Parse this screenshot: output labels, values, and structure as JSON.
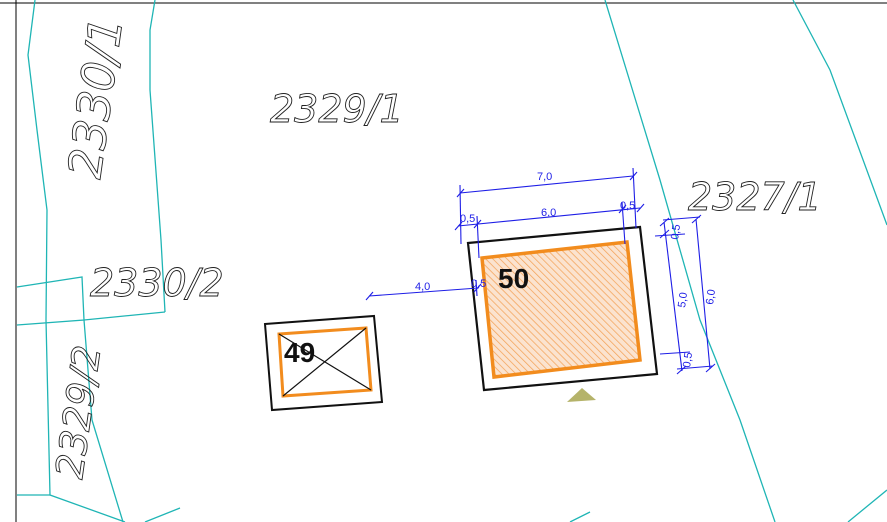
{
  "parcels": {
    "p2330_1": "2330/1",
    "p2329_1": "2329/1",
    "p2327_1": "2327/1",
    "p2330_2": "2330/2",
    "p2329_2": "2329/2"
  },
  "buildings": {
    "b49": "49",
    "b50": "50"
  },
  "dimensions": {
    "d7_0": "7,0",
    "d0_5_left": "0,5",
    "d6_0_top": "6,0",
    "d0_5_right": "0,5",
    "d4_0": "4,0",
    "d0_5_mid": "0,5",
    "d0_5_vtop": "0,5",
    "d5_0": "5,0",
    "d6_0_side": "6,0",
    "d0_5_vbottom": "0,5"
  },
  "colors": {
    "parcel_line": "#1fb5b5",
    "frame": "#000000",
    "building_outline": "#111111",
    "building_fill": "#f28c1e",
    "hatch": "#f3a35a",
    "dimension": "#1e1ee6",
    "marker": "#b5b36a"
  },
  "icons": {
    "marker": "triangle-marker-icon",
    "cross": "x-cross-icon"
  }
}
